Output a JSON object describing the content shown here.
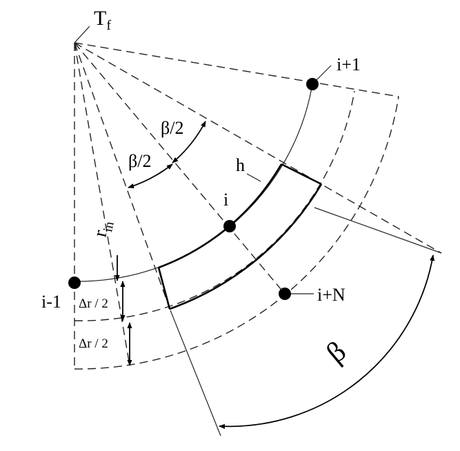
{
  "labels": {
    "apex": "T",
    "apex_sub": "f",
    "node_prev": "i-1",
    "node_center": "i",
    "node_next": "i+1",
    "node_outer": "i+N",
    "height": "h",
    "radius": "r",
    "radius_sub": "in",
    "half_angle_upper": "β/2",
    "half_angle_lower": "β/2",
    "half_dr_upper": "Δr / 2",
    "half_dr_lower": "Δr / 2",
    "angle": "β"
  }
}
